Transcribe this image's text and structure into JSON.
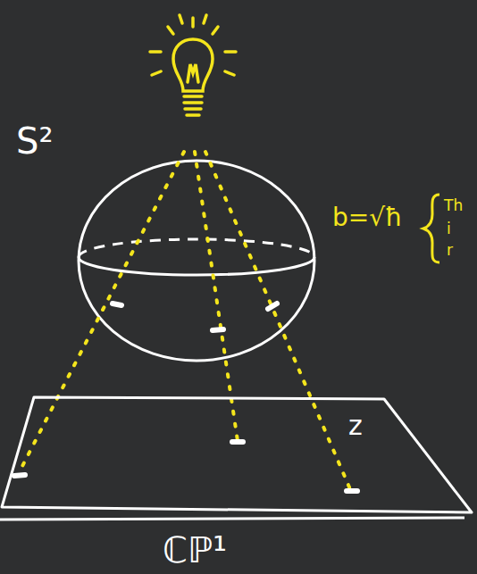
{
  "diagram": {
    "nodes": [
      {
        "text": [
          "z"
        ]
      }
    ],
    "labels": [
      "S²",
      "b=√ħ",
      "Th",
      "i",
      "r",
      "ℂℙ¹"
    ]
  }
}
